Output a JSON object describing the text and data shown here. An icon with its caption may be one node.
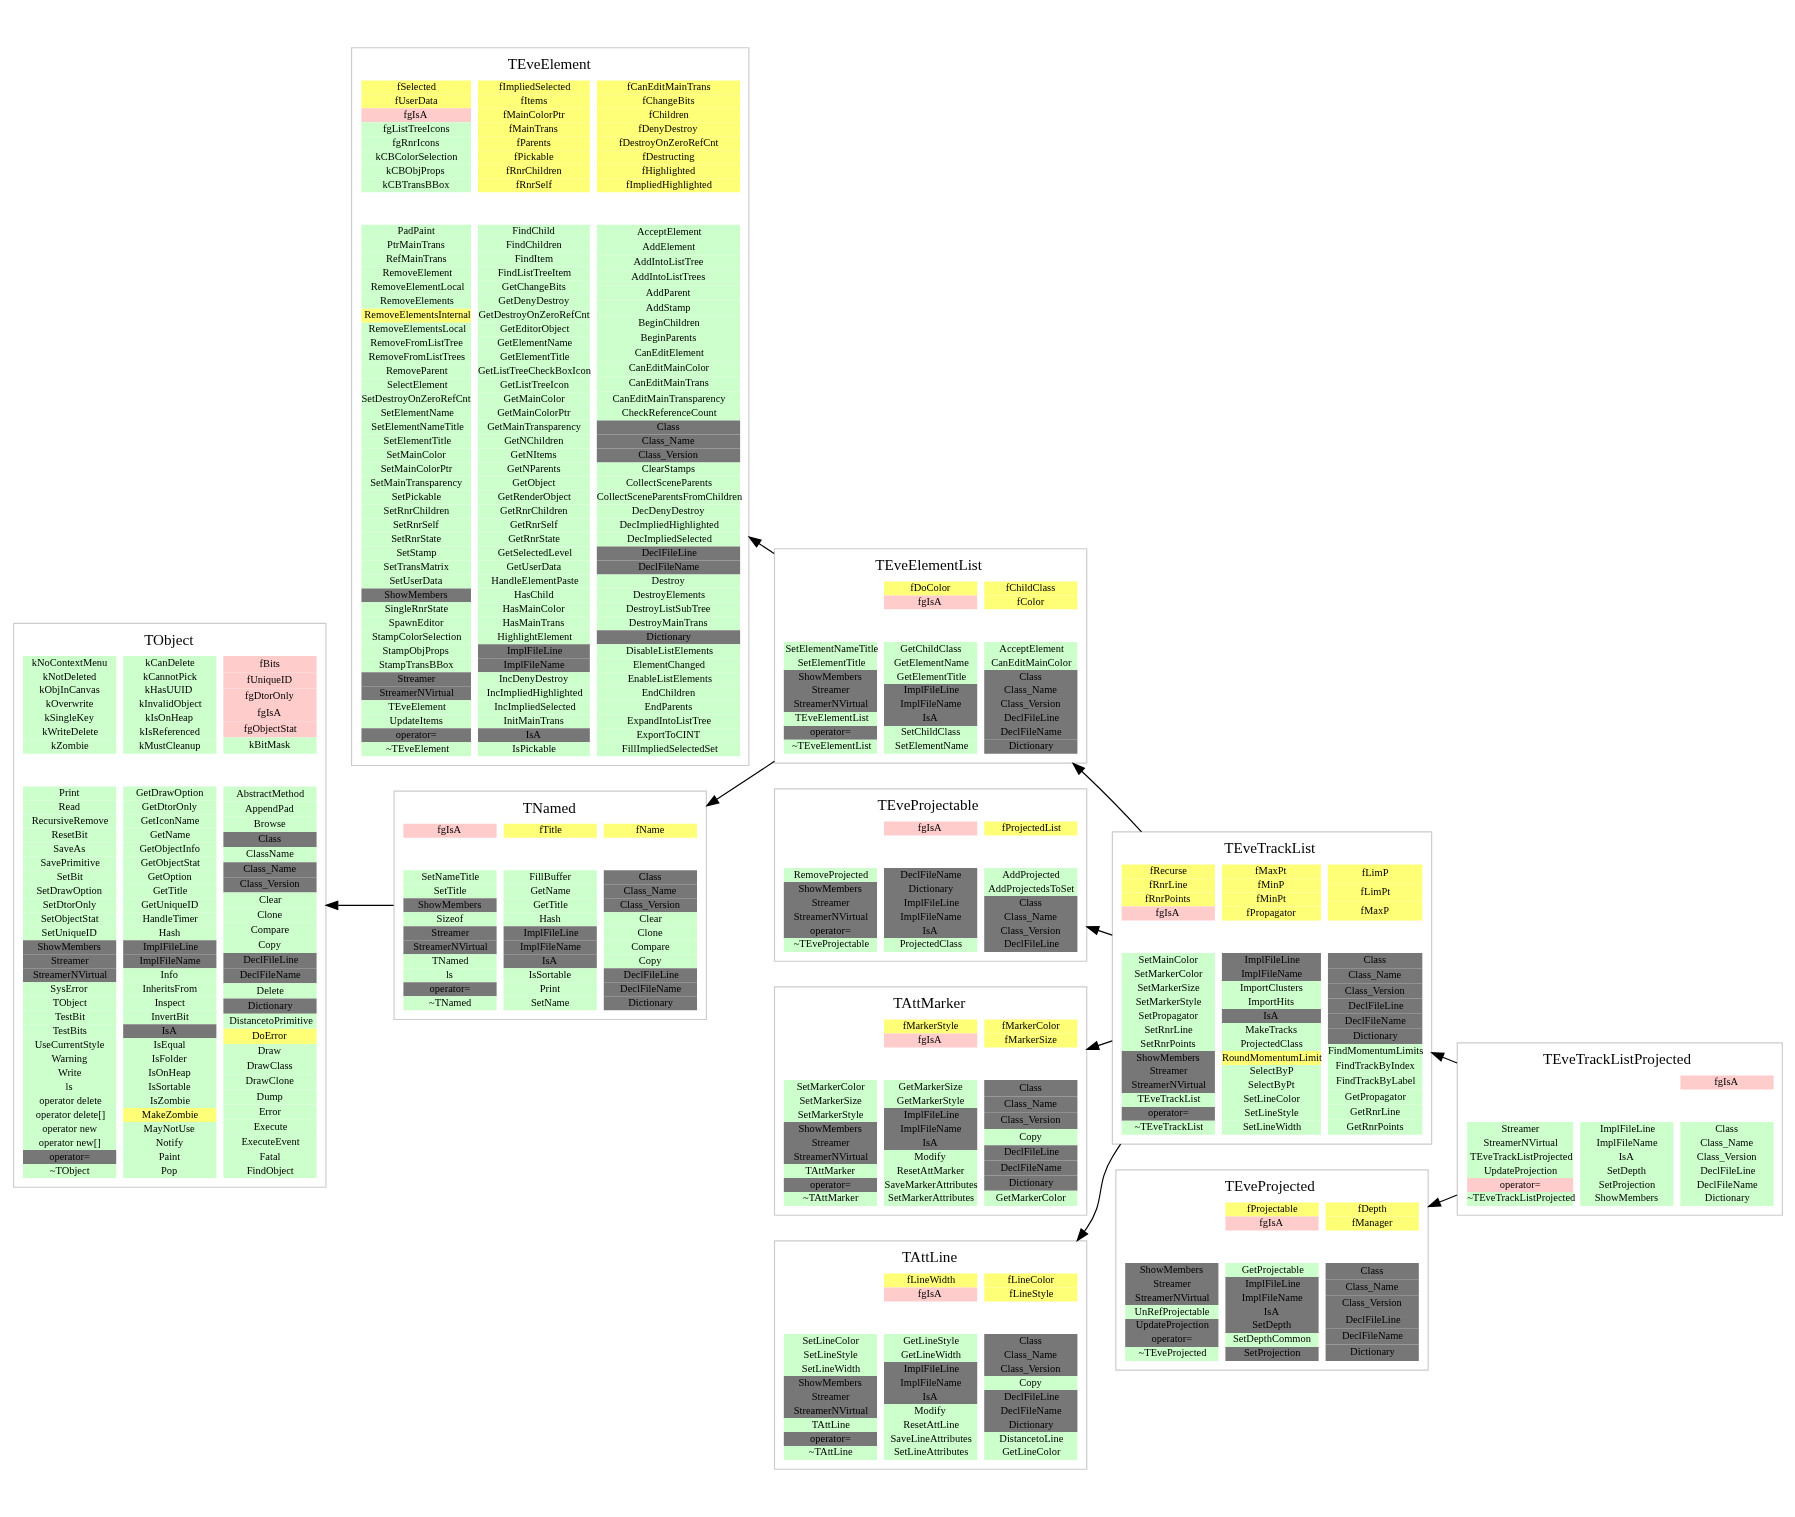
{
  "diagram": {
    "nodes": [
      {
        "text": [
          "TEveElement",
          "fSelected",
          "fUserData",
          "fgIsA",
          "fgListTreeIcons",
          "fgRnrIcons",
          "kCBColorSelection",
          "kCBObjProps",
          "kCBTransBBox",
          "fImpliedSelected",
          "fItems",
          "fMainColorPtr",
          "fMainTrans",
          "fParents",
          "fPickable",
          "fRnrChildren",
          "fRnrSelf",
          "fCanEditMainTrans",
          "fChangeBits",
          "fChildren",
          "fDenyDestroy",
          "fDestroyOnZeroRefCnt",
          "fDestructing",
          "fHighlighted",
          "fImpliedHighlighted",
          "PadPaint",
          "PtrMainTrans",
          "RefMainTrans",
          "RemoveElement",
          "RemoveElementLocal",
          "RemoveElements",
          "RemoveElementsInternal",
          "RemoveElementsLocal",
          "RemoveFromListTree",
          "RemoveFromListTrees",
          "RemoveParent",
          "SelectElement",
          "SetDestroyOnZeroRefCnt",
          "SetElementName",
          "SetElementNameTitle",
          "SetElementTitle",
          "SetMainColor",
          "SetMainColorPtr",
          "SetMainTransparency",
          "SetPickable",
          "SetRnrChildren",
          "SetRnrSelf",
          "SetRnrState",
          "SetStamp",
          "SetTransMatrix",
          "SetUserData",
          "ShowMembers",
          "SingleRnrState",
          "SpawnEditor",
          "StampColorSelection",
          "StampObjProps",
          "StampTransBBox",
          "Streamer",
          "StreamerNVirtual",
          "TEveElement",
          "UpdateItems",
          "operator=",
          "~TEveElement",
          "FindChild",
          "FindChildren",
          "FindItem",
          "FindListTreeItem",
          "GetChangeBits",
          "GetDenyDestroy",
          "GetDestroyOnZeroRefCnt",
          "GetEditorObject",
          "GetElementName",
          "GetElementTitle",
          "GetListTreeCheckBoxIcon",
          "GetListTreeIcon",
          "GetMainColor",
          "GetMainColorPtr",
          "GetMainTransparency",
          "GetNChildren",
          "GetNItems",
          "GetNParents",
          "GetObject",
          "GetRenderObject",
          "GetRnrChildren",
          "GetRnrSelf",
          "GetRnrState",
          "GetSelectedLevel",
          "GetUserData",
          "HandleElementPaste",
          "HasChild",
          "HasMainColor",
          "HasMainTrans",
          "HighlightElement",
          "ImplFileLine",
          "ImplFileName",
          "IncDenyDestroy",
          "IncImpliedHighlighted",
          "IncImpliedSelected",
          "InitMainTrans",
          "IsA",
          "IsPickable",
          "AcceptElement",
          "AddElement",
          "AddIntoListTree",
          "AddIntoListTrees",
          "AddParent",
          "AddStamp",
          "BeginChildren",
          "BeginParents",
          "CanEditElement",
          "CanEditMainColor",
          "CanEditMainTrans",
          "CanEditMainTransparency",
          "CheckReferenceCount",
          "Class",
          "Class_Name",
          "Class_Version",
          "ClearStamps",
          "CollectSceneParents",
          "CollectSceneParentsFromChildren",
          "DecDenyDestroy",
          "DecImpliedHighlighted",
          "DecImpliedSelected",
          "DeclFileLine",
          "DeclFileName",
          "Destroy",
          "DestroyElements",
          "DestroyListSubTree",
          "DestroyMainTrans",
          "Dictionary",
          "DisableListElements",
          "ElementChanged",
          "EnableListElements",
          "EndChildren",
          "EndParents",
          "ExpandIntoListTree",
          "ExportToCINT",
          "FillImpliedSelectedSet"
        ]
      },
      {
        "text": [
          "TEveElementList",
          "fDoColor",
          "fgIsA",
          "fChildClass",
          "fColor",
          "SetElementNameTitle",
          "SetElementTitle",
          "ShowMembers",
          "Streamer",
          "StreamerNVirtual",
          "TEveElementList",
          "operator=",
          "~TEveElementList",
          "GetChildClass",
          "GetElementName",
          "GetElementTitle",
          "ImplFileLine",
          "ImplFileName",
          "IsA",
          "SetChildClass",
          "SetElementName",
          "AcceptElement",
          "CanEditMainColor",
          "Class",
          "Class_Name",
          "Class_Version",
          "DeclFileLine",
          "DeclFileName",
          "Dictionary"
        ]
      },
      {
        "text": [
          "TEveTrackList",
          "fRecurse",
          "fRnrLine",
          "fRnrPoints",
          "fgIsA",
          "fMaxPt",
          "fMinP",
          "fMinPt",
          "fPropagator",
          "fLimP",
          "fLimPt",
          "fMaxP",
          "SetMainColor",
          "SetMarkerColor",
          "SetMarkerSize",
          "SetMarkerStyle",
          "SetPropagator",
          "SetRnrLine",
          "SetRnrPoints",
          "ShowMembers",
          "Streamer",
          "StreamerNVirtual",
          "TEveTrackList",
          "operator=",
          "~TEveTrackList",
          "ImplFileLine",
          "ImplFileName",
          "ImportClusters",
          "ImportHits",
          "IsA",
          "MakeTracks",
          "ProjectedClass",
          "RoundMomentumLimit",
          "SelectByP",
          "SelectByPt",
          "SetLineColor",
          "SetLineStyle",
          "SetLineWidth",
          "Class",
          "Class_Name",
          "Class_Version",
          "DeclFileLine",
          "DeclFileName",
          "Dictionary",
          "FindMomentumLimits",
          "FindTrackByIndex",
          "FindTrackByLabel",
          "GetPropagator",
          "GetRnrLine",
          "GetRnrPoints"
        ]
      },
      {
        "text": [
          "TEveTrackListProjected",
          "fgIsA",
          "Streamer",
          "StreamerNVirtual",
          "TEveTrackListProjected",
          "UpdateProjection",
          "operator=",
          "~TEveTrackListProjected",
          "ImplFileLine",
          "ImplFileName",
          "IsA",
          "SetDepth",
          "SetProjection",
          "ShowMembers",
          "Class",
          "Class_Name",
          "Class_Version",
          "DeclFileLine",
          "DeclFileName",
          "Dictionary"
        ]
      },
      {
        "text": [
          "TEveProjectable",
          "fgIsA",
          "fProjectedList",
          "RemoveProjected",
          "ShowMembers",
          "Streamer",
          "StreamerNVirtual",
          "operator=",
          "~TEveProjectable",
          "DeclFileName",
          "Dictionary",
          "ImplFileLine",
          "ImplFileName",
          "IsA",
          "ProjectedClass",
          "AddProjected",
          "AddProjectedsToSet",
          "Class",
          "Class_Name",
          "Class_Version",
          "DeclFileLine"
        ]
      },
      {
        "text": [
          "TAttMarker",
          "fMarkerStyle",
          "fgIsA",
          "fMarkerColor",
          "fMarkerSize",
          "SetMarkerColor",
          "SetMarkerSize",
          "SetMarkerStyle",
          "ShowMembers",
          "Streamer",
          "StreamerNVirtual",
          "TAttMarker",
          "operator=",
          "~TAttMarker",
          "GetMarkerSize",
          "GetMarkerStyle",
          "ImplFileLine",
          "ImplFileName",
          "IsA",
          "Modify",
          "ResetAttMarker",
          "SaveMarkerAttributes",
          "SetMarkerAttributes",
          "Class",
          "Class_Name",
          "Class_Version",
          "Copy",
          "DeclFileLine",
          "DeclFileName",
          "Dictionary",
          "GetMarkerColor"
        ]
      },
      {
        "text": [
          "TEveProjected",
          "fProjectable",
          "fgIsA",
          "fDepth",
          "fManager",
          "ShowMembers",
          "Streamer",
          "StreamerNVirtual",
          "UnRefProjectable",
          "UpdateProjection",
          "operator=",
          "~TEveProjected",
          "GetProjectable",
          "ImplFileLine",
          "ImplFileName",
          "IsA",
          "SetDepth",
          "SetDepthCommon",
          "SetProjection",
          "Class",
          "Class_Name",
          "Class_Version",
          "DeclFileLine",
          "DeclFileName",
          "Dictionary"
        ]
      },
      {
        "text": [
          "TObject",
          "kNoContextMenu",
          "kNotDeleted",
          "kObjInCanvas",
          "kOverwrite",
          "kSingleKey",
          "kWriteDelete",
          "kZombie",
          "kCanDelete",
          "kCannotPick",
          "kHasUUID",
          "kInvalidObject",
          "kIsOnHeap",
          "kIsReferenced",
          "kMustCleanup",
          "fBits",
          "fUniqueID",
          "fgDtorOnly",
          "fgIsA",
          "fgObjectStat",
          "kBitMask",
          "Print",
          "Read",
          "RecursiveRemove",
          "ResetBit",
          "SaveAs",
          "SavePrimitive",
          "SetBit",
          "SetDrawOption",
          "SetDtorOnly",
          "SetObjectStat",
          "SetUniqueID",
          "ShowMembers",
          "Streamer",
          "StreamerNVirtual",
          "SysError",
          "TObject",
          "TestBit",
          "TestBits",
          "UseCurrentStyle",
          "Warning",
          "Write",
          "ls",
          "operator delete",
          "operator delete[]",
          "operator new",
          "operator new[]",
          "operator=",
          "~TObject",
          "GetDrawOption",
          "GetDtorOnly",
          "GetIconName",
          "GetName",
          "GetObjectInfo",
          "GetObjectStat",
          "GetOption",
          "GetTitle",
          "GetUniqueID",
          "HandleTimer",
          "Hash",
          "ImplFileLine",
          "ImplFileName",
          "Info",
          "InheritsFrom",
          "Inspect",
          "InvertBit",
          "IsA",
          "IsEqual",
          "IsFolder",
          "IsOnHeap",
          "IsSortable",
          "IsZombie",
          "MakeZombie",
          "MayNotUse",
          "Notify",
          "Paint",
          "Pop",
          "AbstractMethod",
          "AppendPad",
          "Browse",
          "Class",
          "ClassName",
          "Class_Name",
          "Class_Version",
          "Clear",
          "Clone",
          "Compare",
          "Copy",
          "DeclFileLine",
          "DeclFileName",
          "Delete",
          "Dictionary",
          "DistancetoPrimitive",
          "DoError",
          "Draw",
          "DrawClass",
          "DrawClone",
          "Dump",
          "Error",
          "Execute",
          "ExecuteEvent",
          "Fatal",
          "FindObject"
        ]
      },
      {
        "text": [
          "TNamed",
          "fgIsA",
          "fTitle",
          "fName",
          "SetNameTitle",
          "SetTitle",
          "ShowMembers",
          "Sizeof",
          "Streamer",
          "StreamerNVirtual",
          "TNamed",
          "ls",
          "operator=",
          "~TNamed",
          "FillBuffer",
          "GetName",
          "GetTitle",
          "Hash",
          "ImplFileLine",
          "ImplFileName",
          "IsA",
          "IsSortable",
          "Print",
          "SetName",
          "Class",
          "Class_Name",
          "Class_Version",
          "Clear",
          "Clone",
          "Compare",
          "Copy",
          "DeclFileLine",
          "DeclFileName",
          "Dictionary"
        ]
      },
      {
        "text": [
          "TAttLine",
          "fLineWidth",
          "fgIsA",
          "fLineColor",
          "fLineStyle",
          "SetLineColor",
          "SetLineStyle",
          "SetLineWidth",
          "ShowMembers",
          "Streamer",
          "StreamerNVirtual",
          "TAttLine",
          "operator=",
          "~TAttLine",
          "GetLineStyle",
          "GetLineWidth",
          "ImplFileLine",
          "ImplFileName",
          "IsA",
          "Modify",
          "ResetAttLine",
          "SaveLineAttributes",
          "SetLineAttributes",
          "Class",
          "Class_Name",
          "Class_Version",
          "Copy",
          "DeclFileLine",
          "DeclFileName",
          "Dictionary",
          "DistancetoLine",
          "GetLineColor"
        ]
      }
    ],
    "edges": [
      {
        "from": 1,
        "to": 0,
        "arrow": "to"
      },
      {
        "from": 1,
        "to": 8,
        "arrow": "to"
      },
      {
        "from": 2,
        "to": 1,
        "arrow": "to"
      },
      {
        "from": 2,
        "to": 4,
        "arrow": "to"
      },
      {
        "from": 2,
        "to": 5,
        "arrow": "to"
      },
      {
        "from": 2,
        "to": 9,
        "arrow": "to"
      },
      {
        "from": 3,
        "to": 2,
        "arrow": "to"
      },
      {
        "from": 3,
        "to": 6,
        "arrow": "to"
      },
      {
        "from": 8,
        "to": 7,
        "arrow": "to"
      }
    ]
  }
}
